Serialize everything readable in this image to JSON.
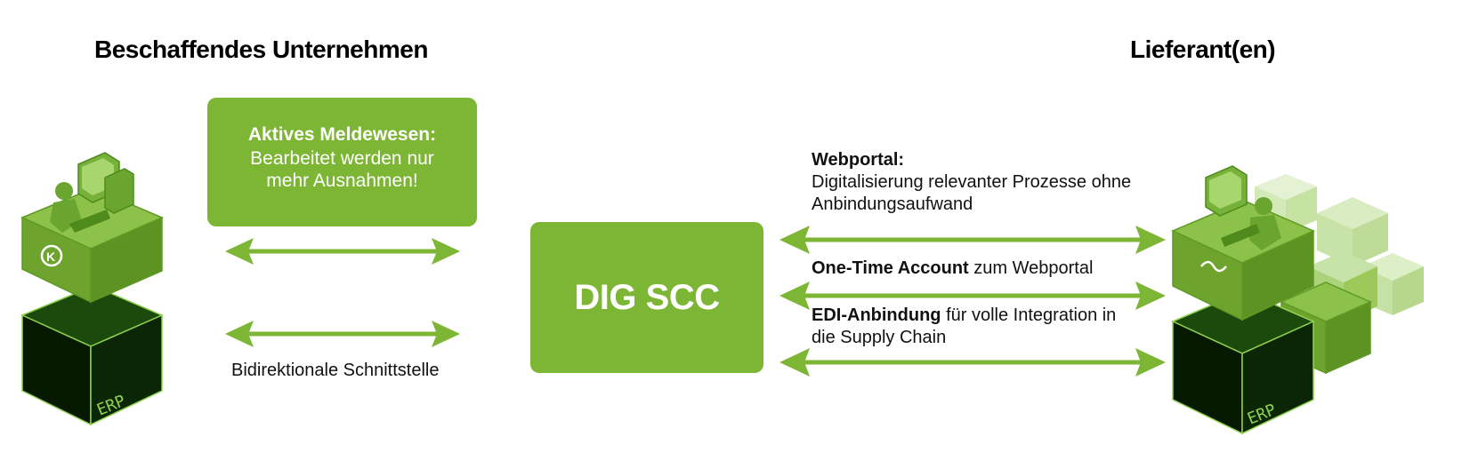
{
  "left_heading": "Beschaffendes Unternehmen",
  "right_heading": "Lieferant(en)",
  "active_box": {
    "title": "Aktives Meldewesen:",
    "body": "Bearbeitet werden nur mehr Ausnahmen!"
  },
  "center_box": {
    "label": "DIG SCC"
  },
  "bidirectional_label": "Bidirektionale Schnittstelle",
  "webportal": {
    "title": "Webportal:",
    "line1": "Digitalisierung relevanter Prozesse ohne",
    "line2": "Anbindungsaufwand"
  },
  "onetime": {
    "bold": "One-Time Account",
    "rest": " zum Webportal"
  },
  "edi": {
    "bold": "EDI-Anbindung",
    "rest": " für volle Integration in",
    "line2": "die Supply Chain"
  },
  "erp_label": "ERP",
  "colors": {
    "green": "#7db534",
    "dark_cube": "#0d2a05",
    "light_green": "#9cc95a"
  },
  "icons": {
    "left_stack": "isometric-workstation-cube-stack",
    "right_stack": "isometric-supplier-cube-stack"
  }
}
